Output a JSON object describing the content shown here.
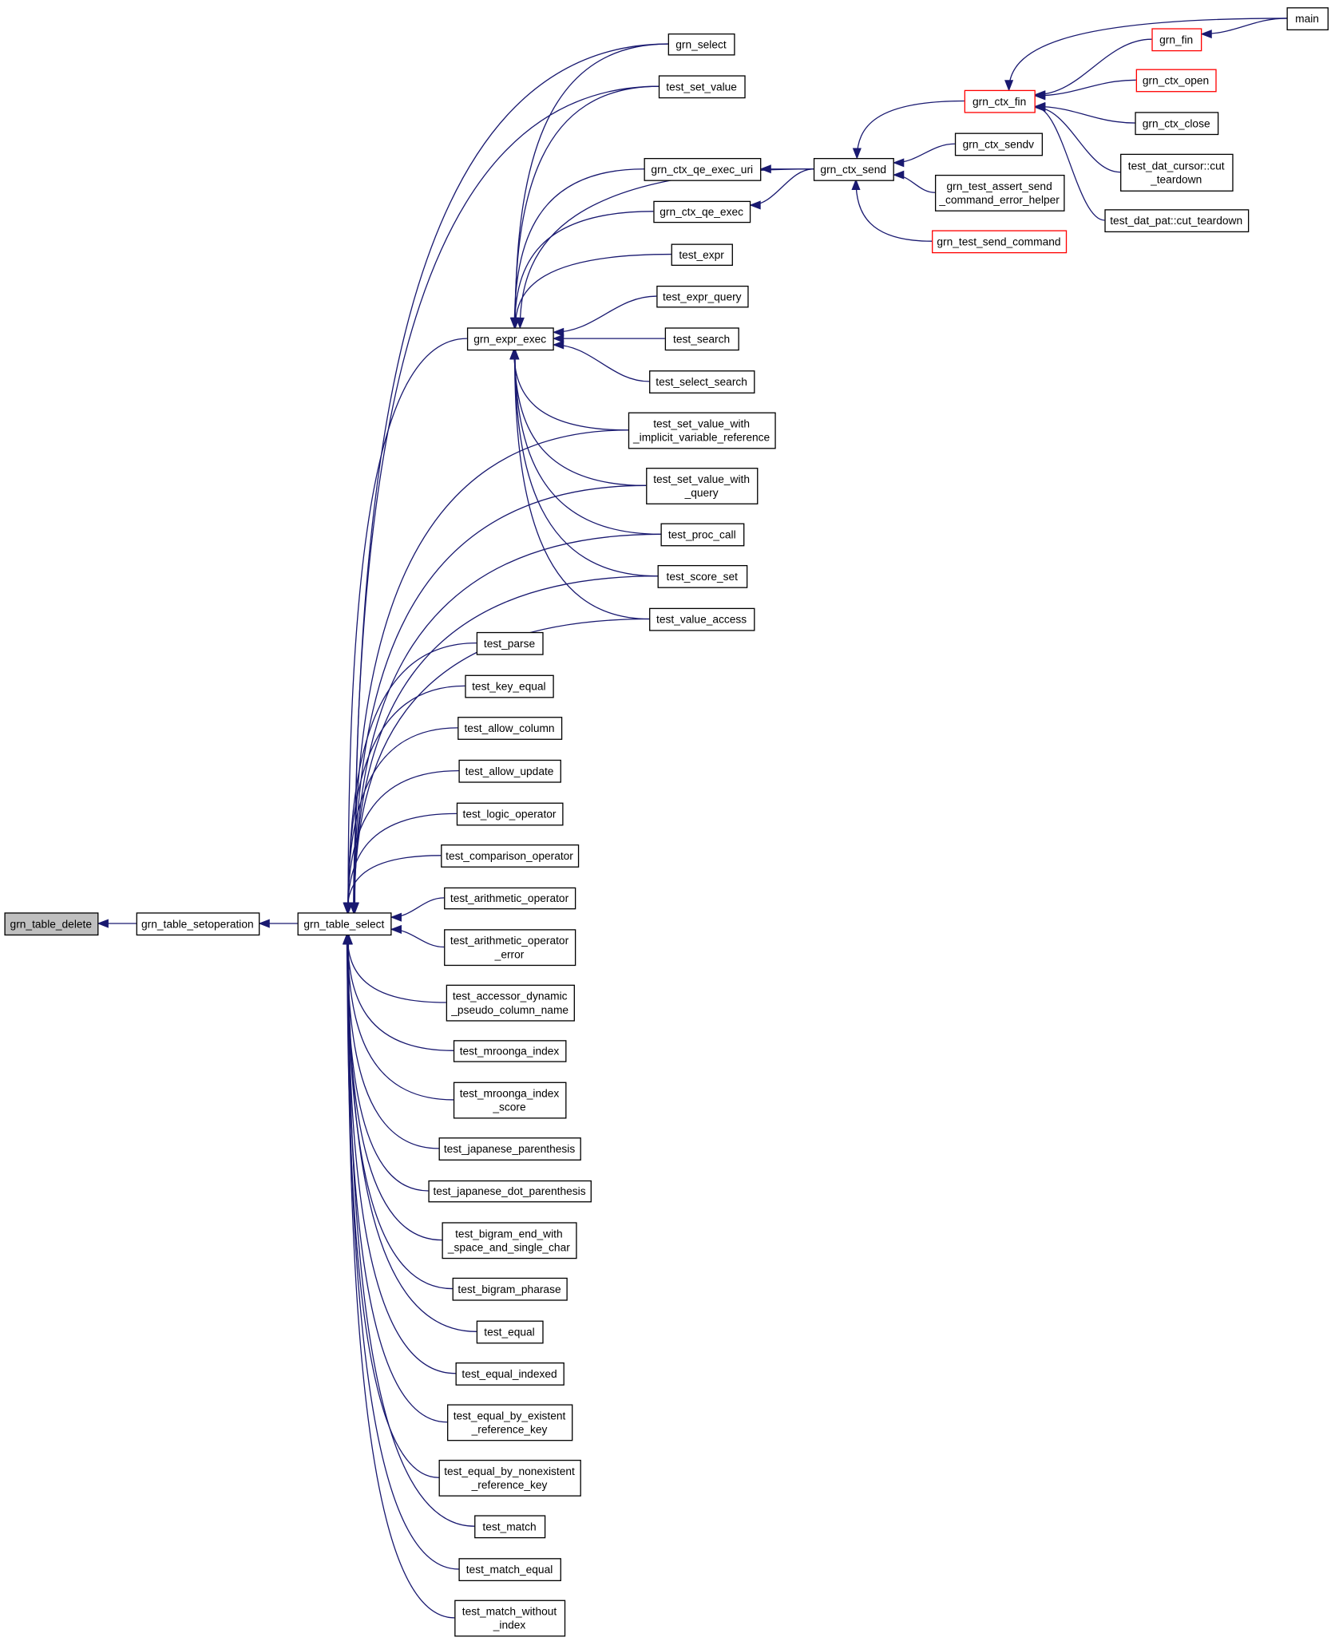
{
  "colors": {
    "edge": "#191970",
    "highlight_fill": "#bfbfbf",
    "incomplete_border": "#ff0000"
  },
  "nodes": [
    {
      "id": "grn_table_delete",
      "lines": [
        "grn_table_delete"
      ],
      "style": "highlight"
    },
    {
      "id": "grn_table_setoperation",
      "lines": [
        "grn_table_setoperation"
      ],
      "style": "normal"
    },
    {
      "id": "grn_table_select",
      "lines": [
        "grn_table_select"
      ],
      "style": "normal"
    },
    {
      "id": "grn_expr_exec",
      "lines": [
        "grn_expr_exec"
      ],
      "style": "normal"
    },
    {
      "id": "grn_select",
      "lines": [
        "grn_select"
      ],
      "style": "normal"
    },
    {
      "id": "test_set_value",
      "lines": [
        "test_set_value"
      ],
      "style": "normal"
    },
    {
      "id": "grn_ctx_qe_exec_uri",
      "lines": [
        "grn_ctx_qe_exec_uri"
      ],
      "style": "normal"
    },
    {
      "id": "grn_ctx_qe_exec",
      "lines": [
        "grn_ctx_qe_exec"
      ],
      "style": "normal"
    },
    {
      "id": "grn_ctx_send",
      "lines": [
        "grn_ctx_send"
      ],
      "style": "normal"
    },
    {
      "id": "test_expr",
      "lines": [
        "test_expr"
      ],
      "style": "normal"
    },
    {
      "id": "test_expr_query",
      "lines": [
        "test_expr_query"
      ],
      "style": "normal"
    },
    {
      "id": "test_search",
      "lines": [
        "test_search"
      ],
      "style": "normal"
    },
    {
      "id": "test_select_search",
      "lines": [
        "test_select_search"
      ],
      "style": "normal"
    },
    {
      "id": "test_set_value_with_implicit",
      "lines": [
        "test_set_value_with",
        "_implicit_variable_reference"
      ],
      "style": "normal"
    },
    {
      "id": "test_set_value_with_query",
      "lines": [
        "test_set_value_with",
        "_query"
      ],
      "style": "normal"
    },
    {
      "id": "test_proc_call",
      "lines": [
        "test_proc_call"
      ],
      "style": "normal"
    },
    {
      "id": "test_score_set",
      "lines": [
        "test_score_set"
      ],
      "style": "normal"
    },
    {
      "id": "test_value_access",
      "lines": [
        "test_value_access"
      ],
      "style": "normal"
    },
    {
      "id": "test_parse",
      "lines": [
        "test_parse"
      ],
      "style": "normal"
    },
    {
      "id": "test_key_equal",
      "lines": [
        "test_key_equal"
      ],
      "style": "normal"
    },
    {
      "id": "test_allow_column",
      "lines": [
        "test_allow_column"
      ],
      "style": "normal"
    },
    {
      "id": "test_allow_update",
      "lines": [
        "test_allow_update"
      ],
      "style": "normal"
    },
    {
      "id": "test_logic_operator",
      "lines": [
        "test_logic_operator"
      ],
      "style": "normal"
    },
    {
      "id": "test_comparison_operator",
      "lines": [
        "test_comparison_operator"
      ],
      "style": "normal"
    },
    {
      "id": "test_arithmetic_operator",
      "lines": [
        "test_arithmetic_operator"
      ],
      "style": "normal"
    },
    {
      "id": "test_arithmetic_operator_error",
      "lines": [
        "test_arithmetic_operator",
        "_error"
      ],
      "style": "normal"
    },
    {
      "id": "test_accessor_dynamic",
      "lines": [
        "test_accessor_dynamic",
        "_pseudo_column_name"
      ],
      "style": "normal"
    },
    {
      "id": "test_mroonga_index",
      "lines": [
        "test_mroonga_index"
      ],
      "style": "normal"
    },
    {
      "id": "test_mroonga_index_score",
      "lines": [
        "test_mroonga_index",
        "_score"
      ],
      "style": "normal"
    },
    {
      "id": "test_japanese_parenthesis",
      "lines": [
        "test_japanese_parenthesis"
      ],
      "style": "normal"
    },
    {
      "id": "test_japanese_dot_parenthesis",
      "lines": [
        "test_japanese_dot_parenthesis"
      ],
      "style": "normal"
    },
    {
      "id": "test_bigram_end_with",
      "lines": [
        "test_bigram_end_with",
        "_space_and_single_char"
      ],
      "style": "normal"
    },
    {
      "id": "test_bigram_pharase",
      "lines": [
        "test_bigram_pharase"
      ],
      "style": "normal"
    },
    {
      "id": "test_equal",
      "lines": [
        "test_equal"
      ],
      "style": "normal"
    },
    {
      "id": "test_equal_indexed",
      "lines": [
        "test_equal_indexed"
      ],
      "style": "normal"
    },
    {
      "id": "test_equal_by_existent",
      "lines": [
        "test_equal_by_existent",
        "_reference_key"
      ],
      "style": "normal"
    },
    {
      "id": "test_equal_by_nonexistent",
      "lines": [
        "test_equal_by_nonexistent",
        "_reference_key"
      ],
      "style": "normal"
    },
    {
      "id": "test_match",
      "lines": [
        "test_match"
      ],
      "style": "normal"
    },
    {
      "id": "test_match_equal",
      "lines": [
        "test_match_equal"
      ],
      "style": "normal"
    },
    {
      "id": "test_match_without_index",
      "lines": [
        "test_match_without",
        "_index"
      ],
      "style": "normal"
    },
    {
      "id": "grn_ctx_fin",
      "lines": [
        "grn_ctx_fin"
      ],
      "style": "red"
    },
    {
      "id": "grn_ctx_sendv",
      "lines": [
        "grn_ctx_sendv"
      ],
      "style": "normal"
    },
    {
      "id": "grn_test_assert_send",
      "lines": [
        "grn_test_assert_send",
        "_command_error_helper"
      ],
      "style": "normal"
    },
    {
      "id": "grn_test_send_command",
      "lines": [
        "grn_test_send_command"
      ],
      "style": "red"
    },
    {
      "id": "grn_fin",
      "lines": [
        "grn_fin"
      ],
      "style": "red"
    },
    {
      "id": "grn_ctx_open",
      "lines": [
        "grn_ctx_open"
      ],
      "style": "red"
    },
    {
      "id": "grn_ctx_close",
      "lines": [
        "grn_ctx_close"
      ],
      "style": "normal"
    },
    {
      "id": "test_dat_cursor_cut_teardown",
      "lines": [
        "test_dat_cursor::cut",
        "_teardown"
      ],
      "style": "normal"
    },
    {
      "id": "test_dat_pat_cut_teardown",
      "lines": [
        "test_dat_pat::cut_teardown"
      ],
      "style": "normal"
    },
    {
      "id": "main",
      "lines": [
        "main"
      ],
      "style": "normal"
    }
  ],
  "edges": [
    [
      "grn_table_setoperation",
      "grn_table_delete"
    ],
    [
      "grn_table_select",
      "grn_table_setoperation"
    ],
    [
      "grn_expr_exec",
      "grn_table_select"
    ],
    [
      "grn_select",
      "grn_table_select"
    ],
    [
      "test_set_value",
      "grn_table_select"
    ],
    [
      "test_set_value_with_implicit",
      "grn_table_select"
    ],
    [
      "test_set_value_with_query",
      "grn_table_select"
    ],
    [
      "test_proc_call",
      "grn_table_select"
    ],
    [
      "test_score_set",
      "grn_table_select"
    ],
    [
      "test_value_access",
      "grn_table_select"
    ],
    [
      "test_parse",
      "grn_table_select"
    ],
    [
      "test_key_equal",
      "grn_table_select"
    ],
    [
      "test_allow_column",
      "grn_table_select"
    ],
    [
      "test_allow_update",
      "grn_table_select"
    ],
    [
      "test_logic_operator",
      "grn_table_select"
    ],
    [
      "test_comparison_operator",
      "grn_table_select"
    ],
    [
      "test_arithmetic_operator",
      "grn_table_select"
    ],
    [
      "test_arithmetic_operator_error",
      "grn_table_select"
    ],
    [
      "test_accessor_dynamic",
      "grn_table_select"
    ],
    [
      "test_mroonga_index",
      "grn_table_select"
    ],
    [
      "test_mroonga_index_score",
      "grn_table_select"
    ],
    [
      "test_japanese_parenthesis",
      "grn_table_select"
    ],
    [
      "test_japanese_dot_parenthesis",
      "grn_table_select"
    ],
    [
      "test_bigram_end_with",
      "grn_table_select"
    ],
    [
      "test_bigram_pharase",
      "grn_table_select"
    ],
    [
      "test_equal",
      "grn_table_select"
    ],
    [
      "test_equal_indexed",
      "grn_table_select"
    ],
    [
      "test_equal_by_existent",
      "grn_table_select"
    ],
    [
      "test_equal_by_nonexistent",
      "grn_table_select"
    ],
    [
      "test_match",
      "grn_table_select"
    ],
    [
      "test_match_equal",
      "grn_table_select"
    ],
    [
      "test_match_without_index",
      "grn_table_select"
    ],
    [
      "grn_select",
      "grn_expr_exec"
    ],
    [
      "test_set_value",
      "grn_expr_exec"
    ],
    [
      "grn_ctx_qe_exec_uri",
      "grn_expr_exec"
    ],
    [
      "grn_ctx_qe_exec",
      "grn_expr_exec"
    ],
    [
      "grn_ctx_send",
      "grn_expr_exec"
    ],
    [
      "test_expr",
      "grn_expr_exec"
    ],
    [
      "test_expr_query",
      "grn_expr_exec"
    ],
    [
      "test_search",
      "grn_expr_exec"
    ],
    [
      "test_select_search",
      "grn_expr_exec"
    ],
    [
      "test_set_value_with_implicit",
      "grn_expr_exec"
    ],
    [
      "test_set_value_with_query",
      "grn_expr_exec"
    ],
    [
      "test_proc_call",
      "grn_expr_exec"
    ],
    [
      "test_score_set",
      "grn_expr_exec"
    ],
    [
      "test_value_access",
      "grn_expr_exec"
    ],
    [
      "grn_ctx_send",
      "grn_ctx_qe_exec_uri"
    ],
    [
      "grn_ctx_send",
      "grn_ctx_qe_exec"
    ],
    [
      "grn_ctx_fin",
      "grn_ctx_send"
    ],
    [
      "grn_ctx_sendv",
      "grn_ctx_send"
    ],
    [
      "grn_test_assert_send",
      "grn_ctx_send"
    ],
    [
      "grn_test_send_command",
      "grn_ctx_send"
    ],
    [
      "main",
      "grn_ctx_fin"
    ],
    [
      "grn_fin",
      "grn_ctx_fin"
    ],
    [
      "grn_ctx_open",
      "grn_ctx_fin"
    ],
    [
      "grn_ctx_close",
      "grn_ctx_fin"
    ],
    [
      "test_dat_cursor_cut_teardown",
      "grn_ctx_fin"
    ],
    [
      "test_dat_pat_cut_teardown",
      "grn_ctx_fin"
    ],
    [
      "main",
      "grn_fin"
    ]
  ]
}
